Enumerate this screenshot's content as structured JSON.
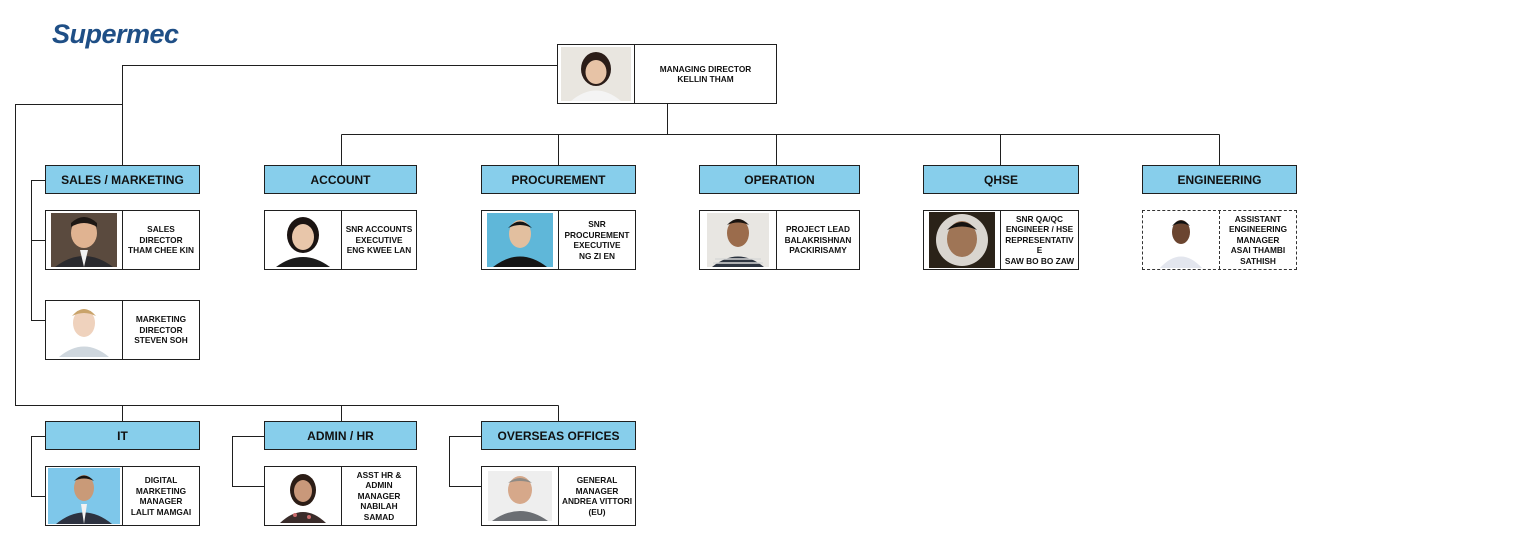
{
  "logo": {
    "text": "Supermec"
  },
  "managing_director": {
    "lines": [
      "MANAGING DIRECTOR",
      "KELLIN THAM"
    ],
    "photo": "woman-portrait"
  },
  "departments": {
    "sales": "SALES / MARKETING",
    "account": "ACCOUNT",
    "procurement": "PROCUREMENT",
    "operation": "OPERATION",
    "qhse": "QHSE",
    "engineering": "ENGINEERING",
    "it": "IT",
    "admin": "ADMIN / HR",
    "overseas": "OVERSEAS OFFICES"
  },
  "people": {
    "sales_director": {
      "lines": [
        "SALES DIRECTOR",
        "THAM CHEE KIN"
      ],
      "photo": "man-suit-portrait"
    },
    "marketing_director": {
      "lines": [
        "MARKETING",
        "DIRECTOR",
        "STEVEN SOH"
      ],
      "photo": "man-portrait"
    },
    "accounts_exec": {
      "lines": [
        "SNR ACCOUNTS",
        "EXECUTIVE",
        "ENG KWEE LAN"
      ],
      "photo": "woman-portrait"
    },
    "procurement_exec": {
      "lines": [
        "SNR",
        "PROCUREMENT",
        "EXECUTIVE",
        "NG ZI EN"
      ],
      "photo": "man-portrait"
    },
    "project_lead": {
      "lines": [
        "PROJECT LEAD",
        "BALAKRISHNAN",
        "PACKIRISAMY"
      ],
      "photo": "man-portrait"
    },
    "qhse_engineer": {
      "lines": [
        "SNR QA/QC",
        "ENGINEER / HSE",
        "REPRESENTATIV",
        "E",
        "SAW BO BO ZAW"
      ],
      "photo": "man-portrait"
    },
    "asst_eng_manager": {
      "lines": [
        "ASSISTANT",
        "ENGINEERING",
        "MANAGER",
        "ASAI THAMBI",
        "SATHISH"
      ],
      "photo": "man-portrait"
    },
    "digital_marketing": {
      "lines": [
        "DIGITAL",
        "MARKETING",
        "MANAGER",
        "LALIT MAMGAI"
      ],
      "photo": "man-suit-portrait"
    },
    "hr_admin": {
      "lines": [
        "ASST HR &",
        "ADMIN MANAGER",
        "NABILAH SAMAD"
      ],
      "photo": "woman-portrait"
    },
    "general_manager": {
      "lines": [
        "GENERAL",
        "MANAGER",
        "ANDREA VITTORI",
        "(EU)"
      ],
      "photo": "man-portrait"
    }
  },
  "colors": {
    "department_fill": "#87ceeb",
    "logo": "#1f4f86",
    "lines": "#1f1f1f"
  }
}
